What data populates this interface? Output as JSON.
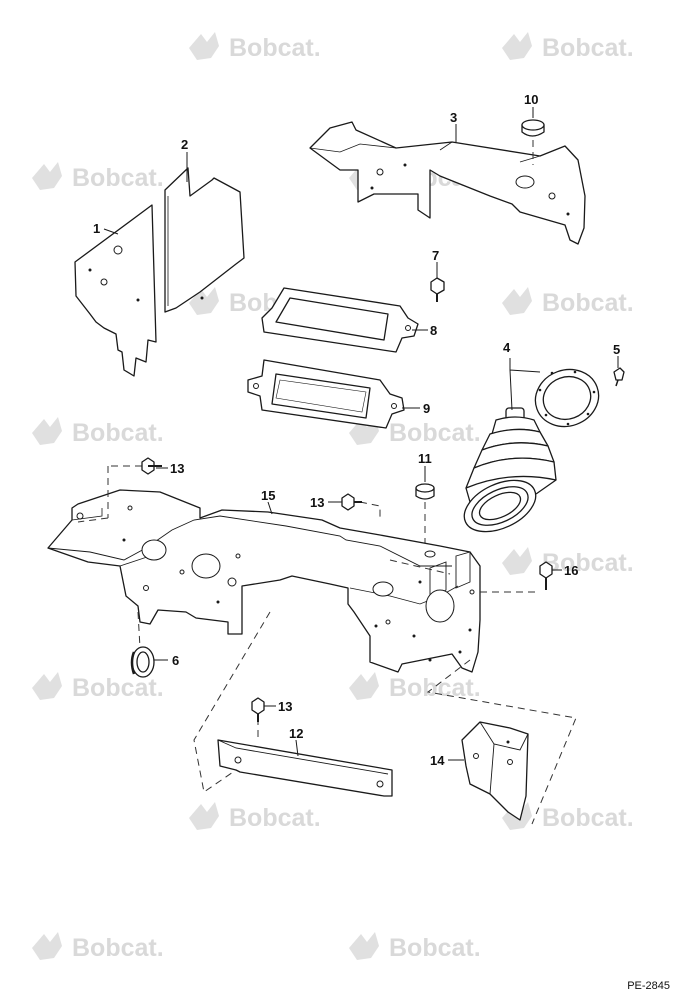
{
  "watermark": {
    "text": "Bobcat.",
    "color": "#d9d9d9"
  },
  "callouts": {
    "c1": "1",
    "c2": "2",
    "c3": "3",
    "c4": "4",
    "c5": "5",
    "c6": "6",
    "c7": "7",
    "c8": "8",
    "c9": "9",
    "c10": "10",
    "c11": "11",
    "c12": "12",
    "c13a": "13",
    "c13b": "13",
    "c13c": "13",
    "c14": "14",
    "c15": "15",
    "c16": "16"
  },
  "figure_code": "PE-2845"
}
